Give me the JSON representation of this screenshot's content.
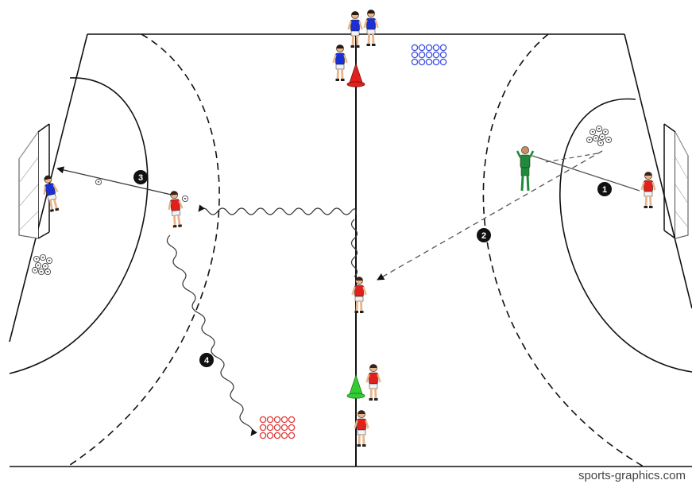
{
  "credit": "sports-graphics.com",
  "steps": [
    "1",
    "2",
    "3",
    "4"
  ],
  "colors": {
    "line": "#111111",
    "team_blue": "#1a2fd6",
    "team_red": "#e0201c",
    "goalkeeper_green": "#1e8a3a",
    "cone_red": "#e0201c",
    "cone_green": "#33cc33",
    "marker_blue": "#3b4fe0",
    "marker_red": "#e03a3a",
    "skin": "#e8b48a",
    "shorts": "#f2f2f2"
  },
  "icons": [
    "handball-goal",
    "player",
    "goalkeeper",
    "ball-pile",
    "cone",
    "disc-markers",
    "step-marker"
  ]
}
